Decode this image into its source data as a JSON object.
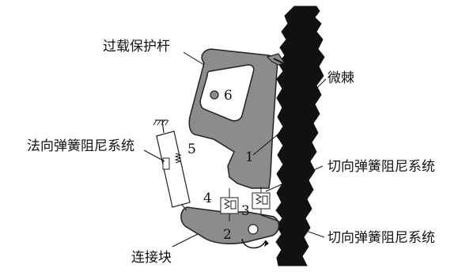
{
  "labels": {
    "overload_rod": "过载保护杆",
    "micro_spine": "微棘",
    "normal_spring_damper": "法向弹簧阻尼系统",
    "tangential_spring_damper_upper": "切向弹簧阻尼系统",
    "tangential_spring_damper_lower": "切向弹簧阻尼系统",
    "connector_block": "连接块"
  },
  "part_numbers": {
    "p1": "1",
    "p2": "2",
    "p3": "3",
    "p4": "4",
    "p5": "5",
    "p6": "6"
  },
  "colors": {
    "body_fill": "#8c8c8c",
    "wall_fill": "#111111",
    "stroke": "#222222"
  }
}
